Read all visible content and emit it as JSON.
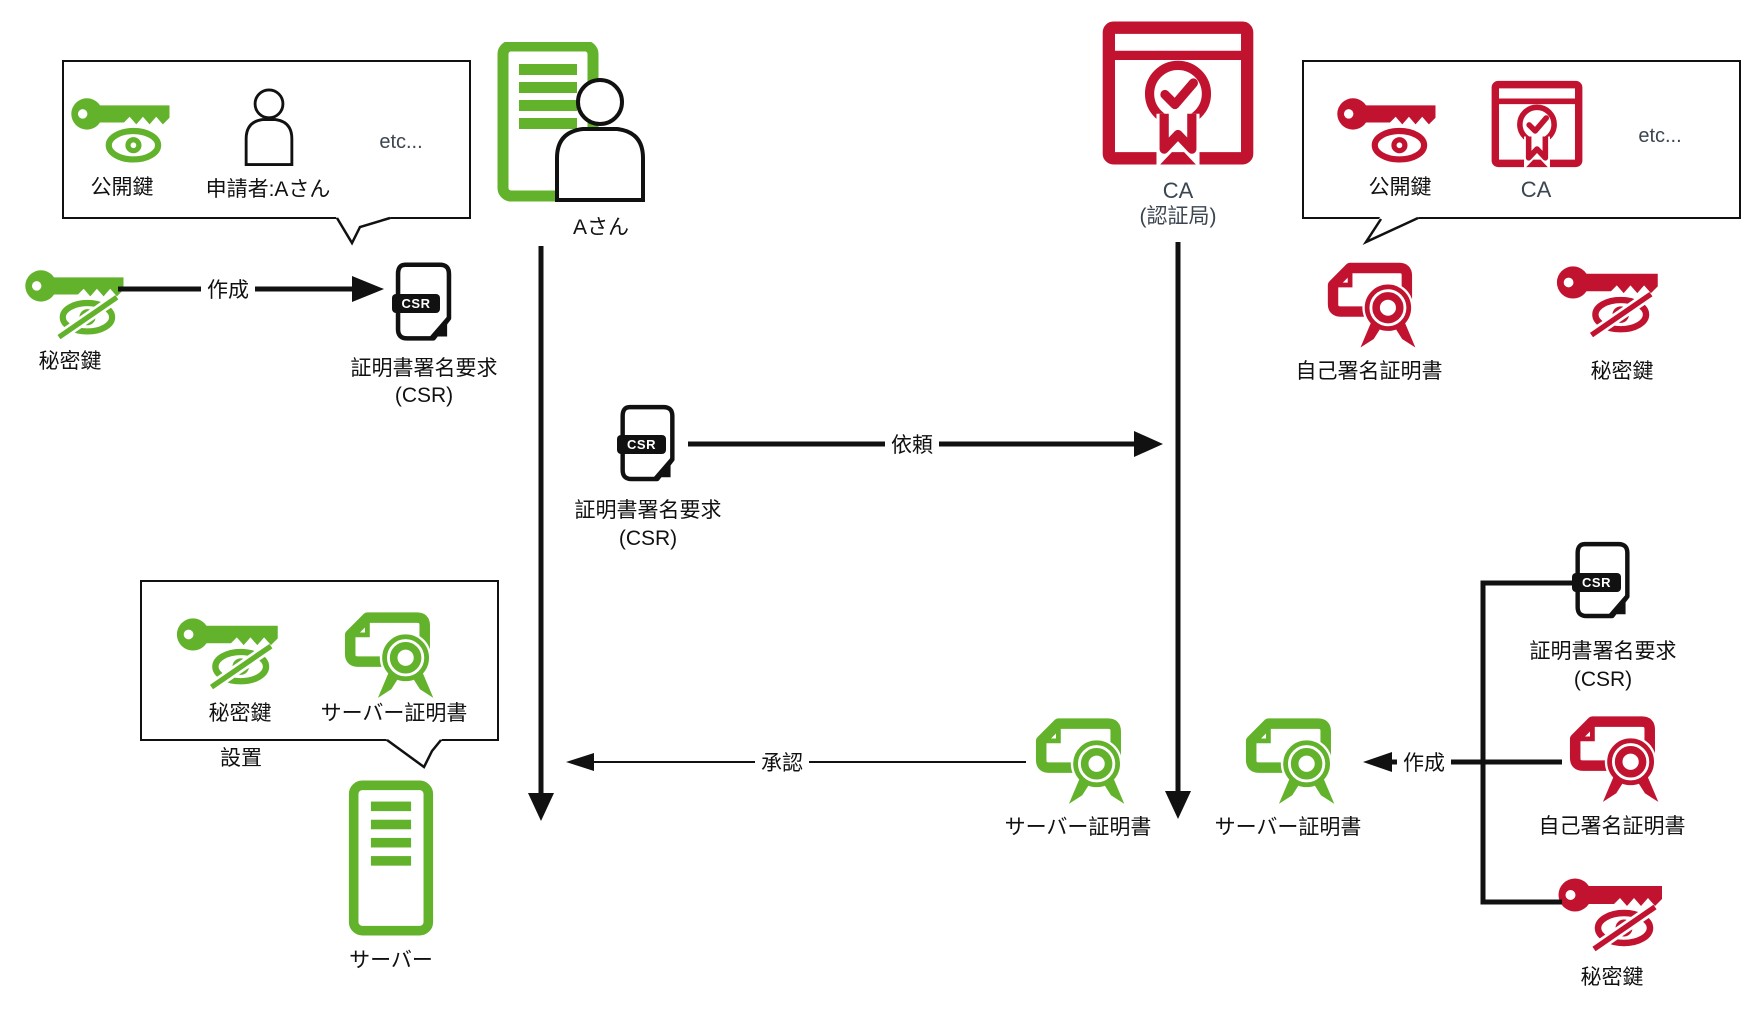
{
  "colors": {
    "green": "#63b22b",
    "red": "#c1122f",
    "ink": "#111111",
    "ca_label": "#3c4650"
  },
  "nodes": {
    "bubble_left": {
      "public_key": "公開鍵",
      "applicant": "申請者:Aさん",
      "etc": "etc..."
    },
    "applicant_person": {
      "label": "Aさん"
    },
    "private_key_left": {
      "label": "秘密鍵"
    },
    "csr_left": {
      "badge": "CSR",
      "title": "証明書署名要求",
      "subtitle": "(CSR)"
    },
    "csr_middle": {
      "badge": "CSR",
      "title": "証明書署名要求",
      "subtitle": "(CSR)"
    },
    "ca": {
      "title": "CA",
      "subtitle": "(認証局)"
    },
    "bubble_right": {
      "public_key": "公開鍵",
      "ca": "CA",
      "etc": "etc..."
    },
    "self_signed_cert_top": {
      "label": "自己署名証明書"
    },
    "private_key_right_top": {
      "label": "秘密鍵"
    },
    "install_box": {
      "private_key": "秘密鍵",
      "server_cert": "サーバー証明書",
      "caption": "設置"
    },
    "server": {
      "label": "サーバー"
    },
    "server_cert_left": {
      "label": "サーバー証明書"
    },
    "server_cert_right": {
      "label": "サーバー証明書"
    },
    "csr_bottom_right": {
      "badge": "CSR",
      "title": "証明書署名要求",
      "subtitle": "(CSR)"
    },
    "self_signed_cert_bottom": {
      "label": "自己署名証明書"
    },
    "private_key_bottom": {
      "label": "秘密鍵"
    }
  },
  "edges": {
    "create_left": {
      "label": "作成"
    },
    "request": {
      "label": "依頼"
    },
    "approve": {
      "label": "承認"
    },
    "create_right": {
      "label": "作成"
    }
  }
}
